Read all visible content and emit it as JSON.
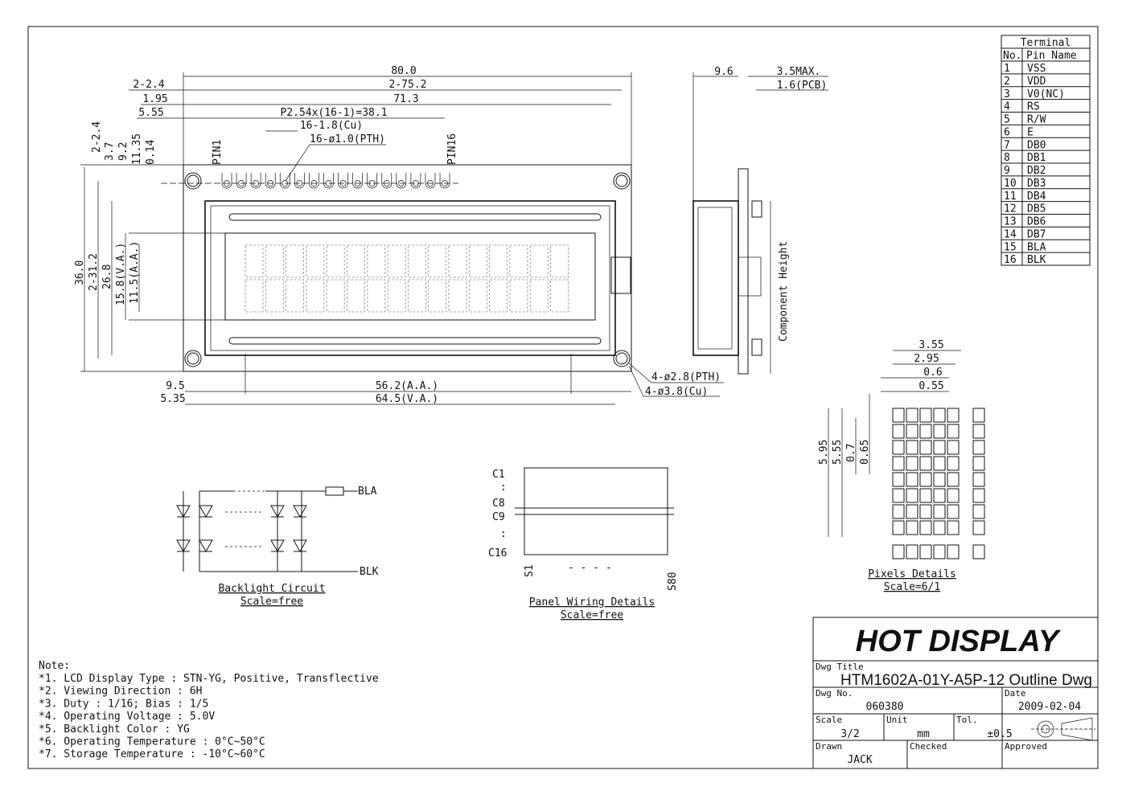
{
  "main_view": {
    "dims_top": [
      "80.0",
      "2-75.2",
      "71.3",
      "P2.54x(16-1)=38.1",
      "16-1.8(Cu)",
      "16-ø1.0(PTH)"
    ],
    "dims_top_left": [
      "2-2.4",
      "1.95",
      "5.55"
    ],
    "pin_labels": [
      "PIN1",
      "PIN16"
    ],
    "dims_left_small": [
      "2-2.4",
      "3.7",
      "9.2",
      "11.35",
      "0.14"
    ],
    "dims_left": [
      "36.0",
      "2-31.2",
      "26.8",
      "15.8(V.A.)",
      "11.5(A.A.)"
    ],
    "dims_bottom": [
      "9.5",
      "5.35",
      "56.2(A.A.)",
      "64.5(V.A.)"
    ],
    "holes": [
      "4-ø2.8(PTH)",
      "4-ø3.8(Cu)"
    ]
  },
  "side_view": {
    "dims": [
      "9.6",
      "3.5MAX.",
      "1.6(PCB)"
    ],
    "component_height": "Component Height"
  },
  "terminal": {
    "title": "Terminal",
    "col_no": "No.",
    "col_name": "Pin Name",
    "rows": [
      {
        "no": "1",
        "name": "VSS"
      },
      {
        "no": "2",
        "name": "VDD"
      },
      {
        "no": "3",
        "name": "V0(NC)"
      },
      {
        "no": "4",
        "name": "RS"
      },
      {
        "no": "5",
        "name": "R/W"
      },
      {
        "no": "6",
        "name": "E"
      },
      {
        "no": "7",
        "name": "DB0"
      },
      {
        "no": "8",
        "name": "DB1"
      },
      {
        "no": "9",
        "name": "DB2"
      },
      {
        "no": "10",
        "name": "DB3"
      },
      {
        "no": "11",
        "name": "DB4"
      },
      {
        "no": "12",
        "name": "DB5"
      },
      {
        "no": "13",
        "name": "DB6"
      },
      {
        "no": "14",
        "name": "DB7"
      },
      {
        "no": "15",
        "name": "BLA"
      },
      {
        "no": "16",
        "name": "BLK"
      }
    ]
  },
  "pixels": {
    "dims_h": [
      "3.55",
      "2.95",
      "0.6",
      "0.55"
    ],
    "dims_v": [
      "5.95",
      "5.55",
      "0.7",
      "0.65"
    ],
    "title": "Pixels Details",
    "scale": "Scale=6/1"
  },
  "backlight": {
    "bla": "BLA",
    "blk": "BLK",
    "title": "Backlight Circuit",
    "scale": "Scale=free"
  },
  "panel": {
    "c1": "C1",
    "dots": ":",
    "c8": "C8",
    "c9": "C9",
    "c16": "C16",
    "s1": "S1",
    "sdots": "- - - -",
    "s80": "S80",
    "title": "Panel Wiring Details",
    "scale": "Scale=free"
  },
  "notes": {
    "heading": "Note:",
    "items": [
      "*1. LCD Display Type : STN-YG, Positive, Transflective",
      "*2. Viewing Direction : 6H",
      "*3. Duty : 1/16; Bias : 1/5",
      "*4. Operating Voltage : 5.0V",
      "*5. Backlight Color : YG",
      "*6. Operating Temperature : 0°C~50°C",
      "*7. Storage Temperature : -10°C~60°C"
    ]
  },
  "title_block": {
    "company": "HOT DISPLAY",
    "dwg_title_label": "Dwg Title",
    "dwg_title": "HTM1602A-01Y-A5P-12 Outline Dwg",
    "dwg_no_label": "Dwg No.",
    "dwg_no": "060380",
    "date_label": "Date",
    "date": "2009-02-04",
    "scale_label": "Scale",
    "scale": "3/2",
    "unit_label": "Unit",
    "unit": "mm",
    "tol_label": "Tol.",
    "tol": "±0.5",
    "drawn_label": "Drawn",
    "drawn": "JACK",
    "checked_label": "Checked",
    "approved_label": "Approved"
  }
}
